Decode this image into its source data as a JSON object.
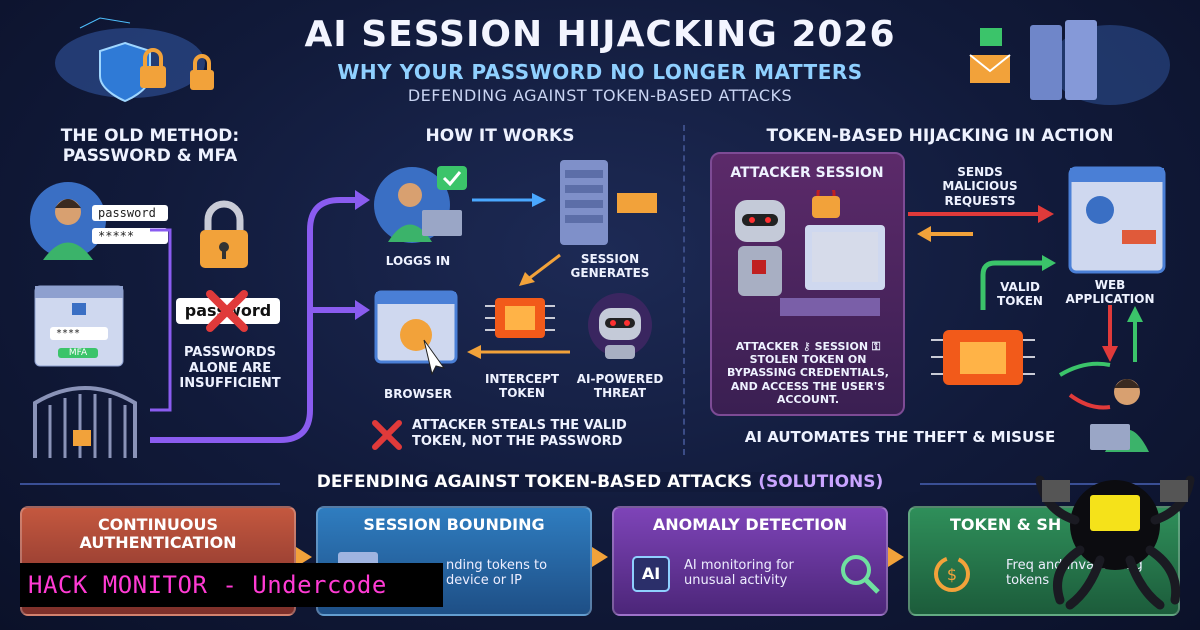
{
  "header": {
    "title": "AI SESSION HIJACKING 2026",
    "subtitle": "WHY YOUR PASSWORD NO LONGER MATTERS",
    "subtitle2": "DEFENDING AGAINST TOKEN-BASED ATTACKS"
  },
  "old_method": {
    "heading_line1": "THE OLD METHOD:",
    "heading_line2": "PASSWORD & MFA",
    "field_user": "password",
    "field_pass": "*****",
    "mini_pass": "****",
    "mfa_label": "MFA",
    "crossed_word": "password",
    "caption": "PASSWORDS ALONE ARE INSUFFICIENT"
  },
  "how_it_works": {
    "heading": "HOW IT WORKS",
    "logs_in": "LOGGS IN",
    "session_generates": "SESSION GENERATES",
    "browser": "BROWSER",
    "intercept_token": "INTERCEPT TOKEN",
    "ai_threat": "AI-POWERED THREAT",
    "note": "ATTACKER STEALS THE VALID TOKEN, NOT THE PASSWORD"
  },
  "token_hijacking": {
    "heading": "TOKEN-BASED HIJACKING IN ACTION",
    "attacker_session": "ATTACKER SESSION",
    "sends_requests": "SENDS MALICIOUS REQUESTS",
    "valid_token": "VALID TOKEN",
    "web_app": "WEB APPLICATION",
    "attacker_caption": "ATTACKER ⚷ SESSION ⚿ STOLEN TOKEN ON BYPASSING CREDENTIALS, AND ACCESS THE USER'S ACCOUNT.",
    "footer": "AI AUTOMATES THE THEFT & MISUSE"
  },
  "solutions": {
    "title_main": "DEFENDING AGAINST TOKEN-BASED ATTACKS",
    "title_hl": "(SOLUTIONS)",
    "cards": [
      {
        "title": "CONTINUOUS AUTHENTICATION",
        "desc": ""
      },
      {
        "title": "SESSION BOUNDING",
        "desc": "nding tokens to device or IP"
      },
      {
        "title": "ANOMALY DETECTION",
        "desc": "AI monitoring for unusual activity",
        "badge": "AI"
      },
      {
        "title": "TOKEN & SH",
        "desc": "Freq and invalidating tokens"
      }
    ]
  },
  "watermark": "HACK MONITOR - Undercode",
  "colors": {
    "accent_orange": "#f2a23a",
    "arrow_purple": "#8a5cf0",
    "red_x": "#e03a3a",
    "green": "#3bc46a"
  }
}
